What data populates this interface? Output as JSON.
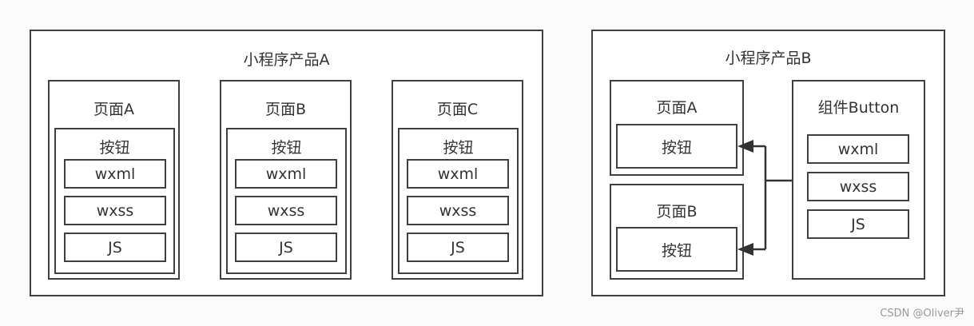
{
  "productA": {
    "title": "小程序产品A",
    "pages": [
      {
        "title": "页面A",
        "component": "按钮",
        "files": [
          "wxml",
          "wxss",
          "JS"
        ]
      },
      {
        "title": "页面B",
        "component": "按钮",
        "files": [
          "wxml",
          "wxss",
          "JS"
        ]
      },
      {
        "title": "页面C",
        "component": "按钮",
        "files": [
          "wxml",
          "wxss",
          "JS"
        ]
      }
    ]
  },
  "productB": {
    "title": "小程序产品B",
    "pages": [
      {
        "title": "页面A",
        "component": "按钮"
      },
      {
        "title": "页面B",
        "component": "按钮"
      }
    ],
    "component": {
      "title": "组件Button",
      "files": [
        "wxml",
        "wxss",
        "JS"
      ]
    }
  },
  "watermark": "CSDN @Oliver尹",
  "colors": {
    "border": "#404040",
    "background": "#fbfbfb",
    "box": "#ffffff"
  }
}
